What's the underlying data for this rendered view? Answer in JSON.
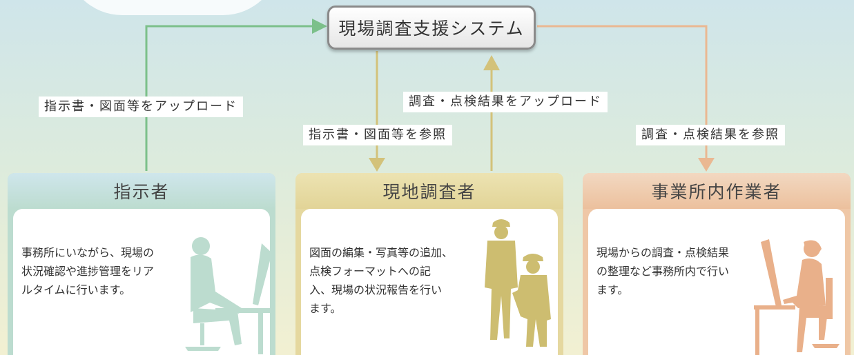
{
  "colors": {
    "green": "#7cc08a",
    "olive": "#c9b86a",
    "orange": "#e9b88e"
  },
  "system": {
    "title": "現場調査支援システム"
  },
  "flows": [
    {
      "label": "指示書・図面等をアップロード"
    },
    {
      "label": "調査・点検結果をアップロード"
    },
    {
      "label": "指示書・図面等を参照"
    },
    {
      "label": "調査・点検結果を参照"
    }
  ],
  "roles": [
    {
      "title": "指示者",
      "lines": [
        "事務所にいながら、現場の",
        "状況確認や進捗管理をリア",
        "ルタイムに行います。"
      ]
    },
    {
      "title": "現地調査者",
      "lines": [
        "図面の編集・写真等の追加、",
        "点検フォーマットへの記",
        "入、現場の状況報告を行い",
        "ます。"
      ]
    },
    {
      "title": "事業所内作業者",
      "lines": [
        "現場からの調査・点検結果",
        "の整理など事務所内で行い",
        "ます。"
      ]
    }
  ]
}
